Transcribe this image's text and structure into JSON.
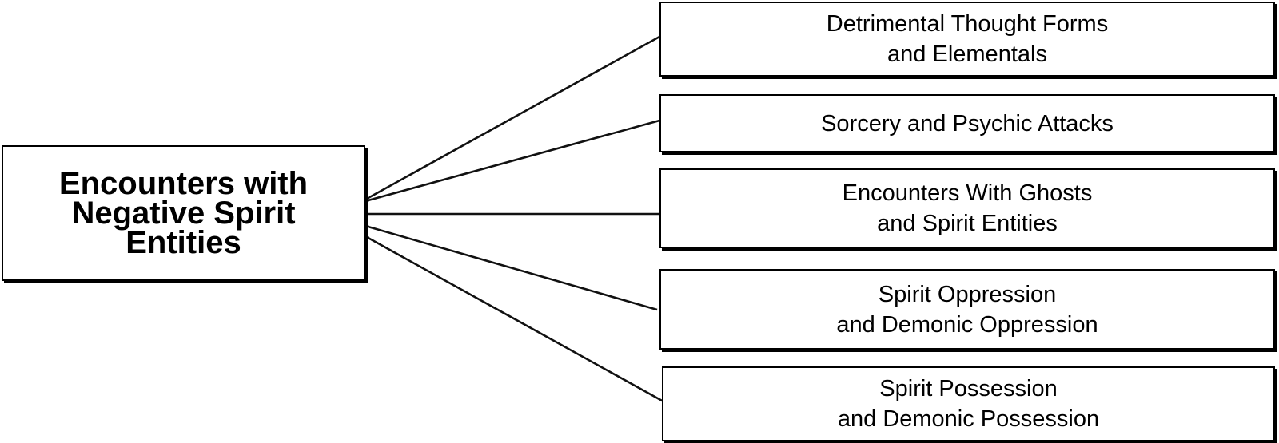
{
  "root": {
    "lines": [
      "Encounters with",
      "Negative Spirit",
      "Entities"
    ]
  },
  "children": [
    {
      "lines": [
        "Detrimental Thought Forms",
        "and Elementals"
      ]
    },
    {
      "lines": [
        "Sorcery and Psychic Attacks"
      ]
    },
    {
      "lines": [
        "Encounters With Ghosts",
        "and Spirit Entities"
      ]
    },
    {
      "lines": [
        "Spirit Oppression",
        "and Demonic Oppression"
      ]
    },
    {
      "lines": [
        "Spirit Possession",
        "and Demonic Possession"
      ]
    }
  ]
}
